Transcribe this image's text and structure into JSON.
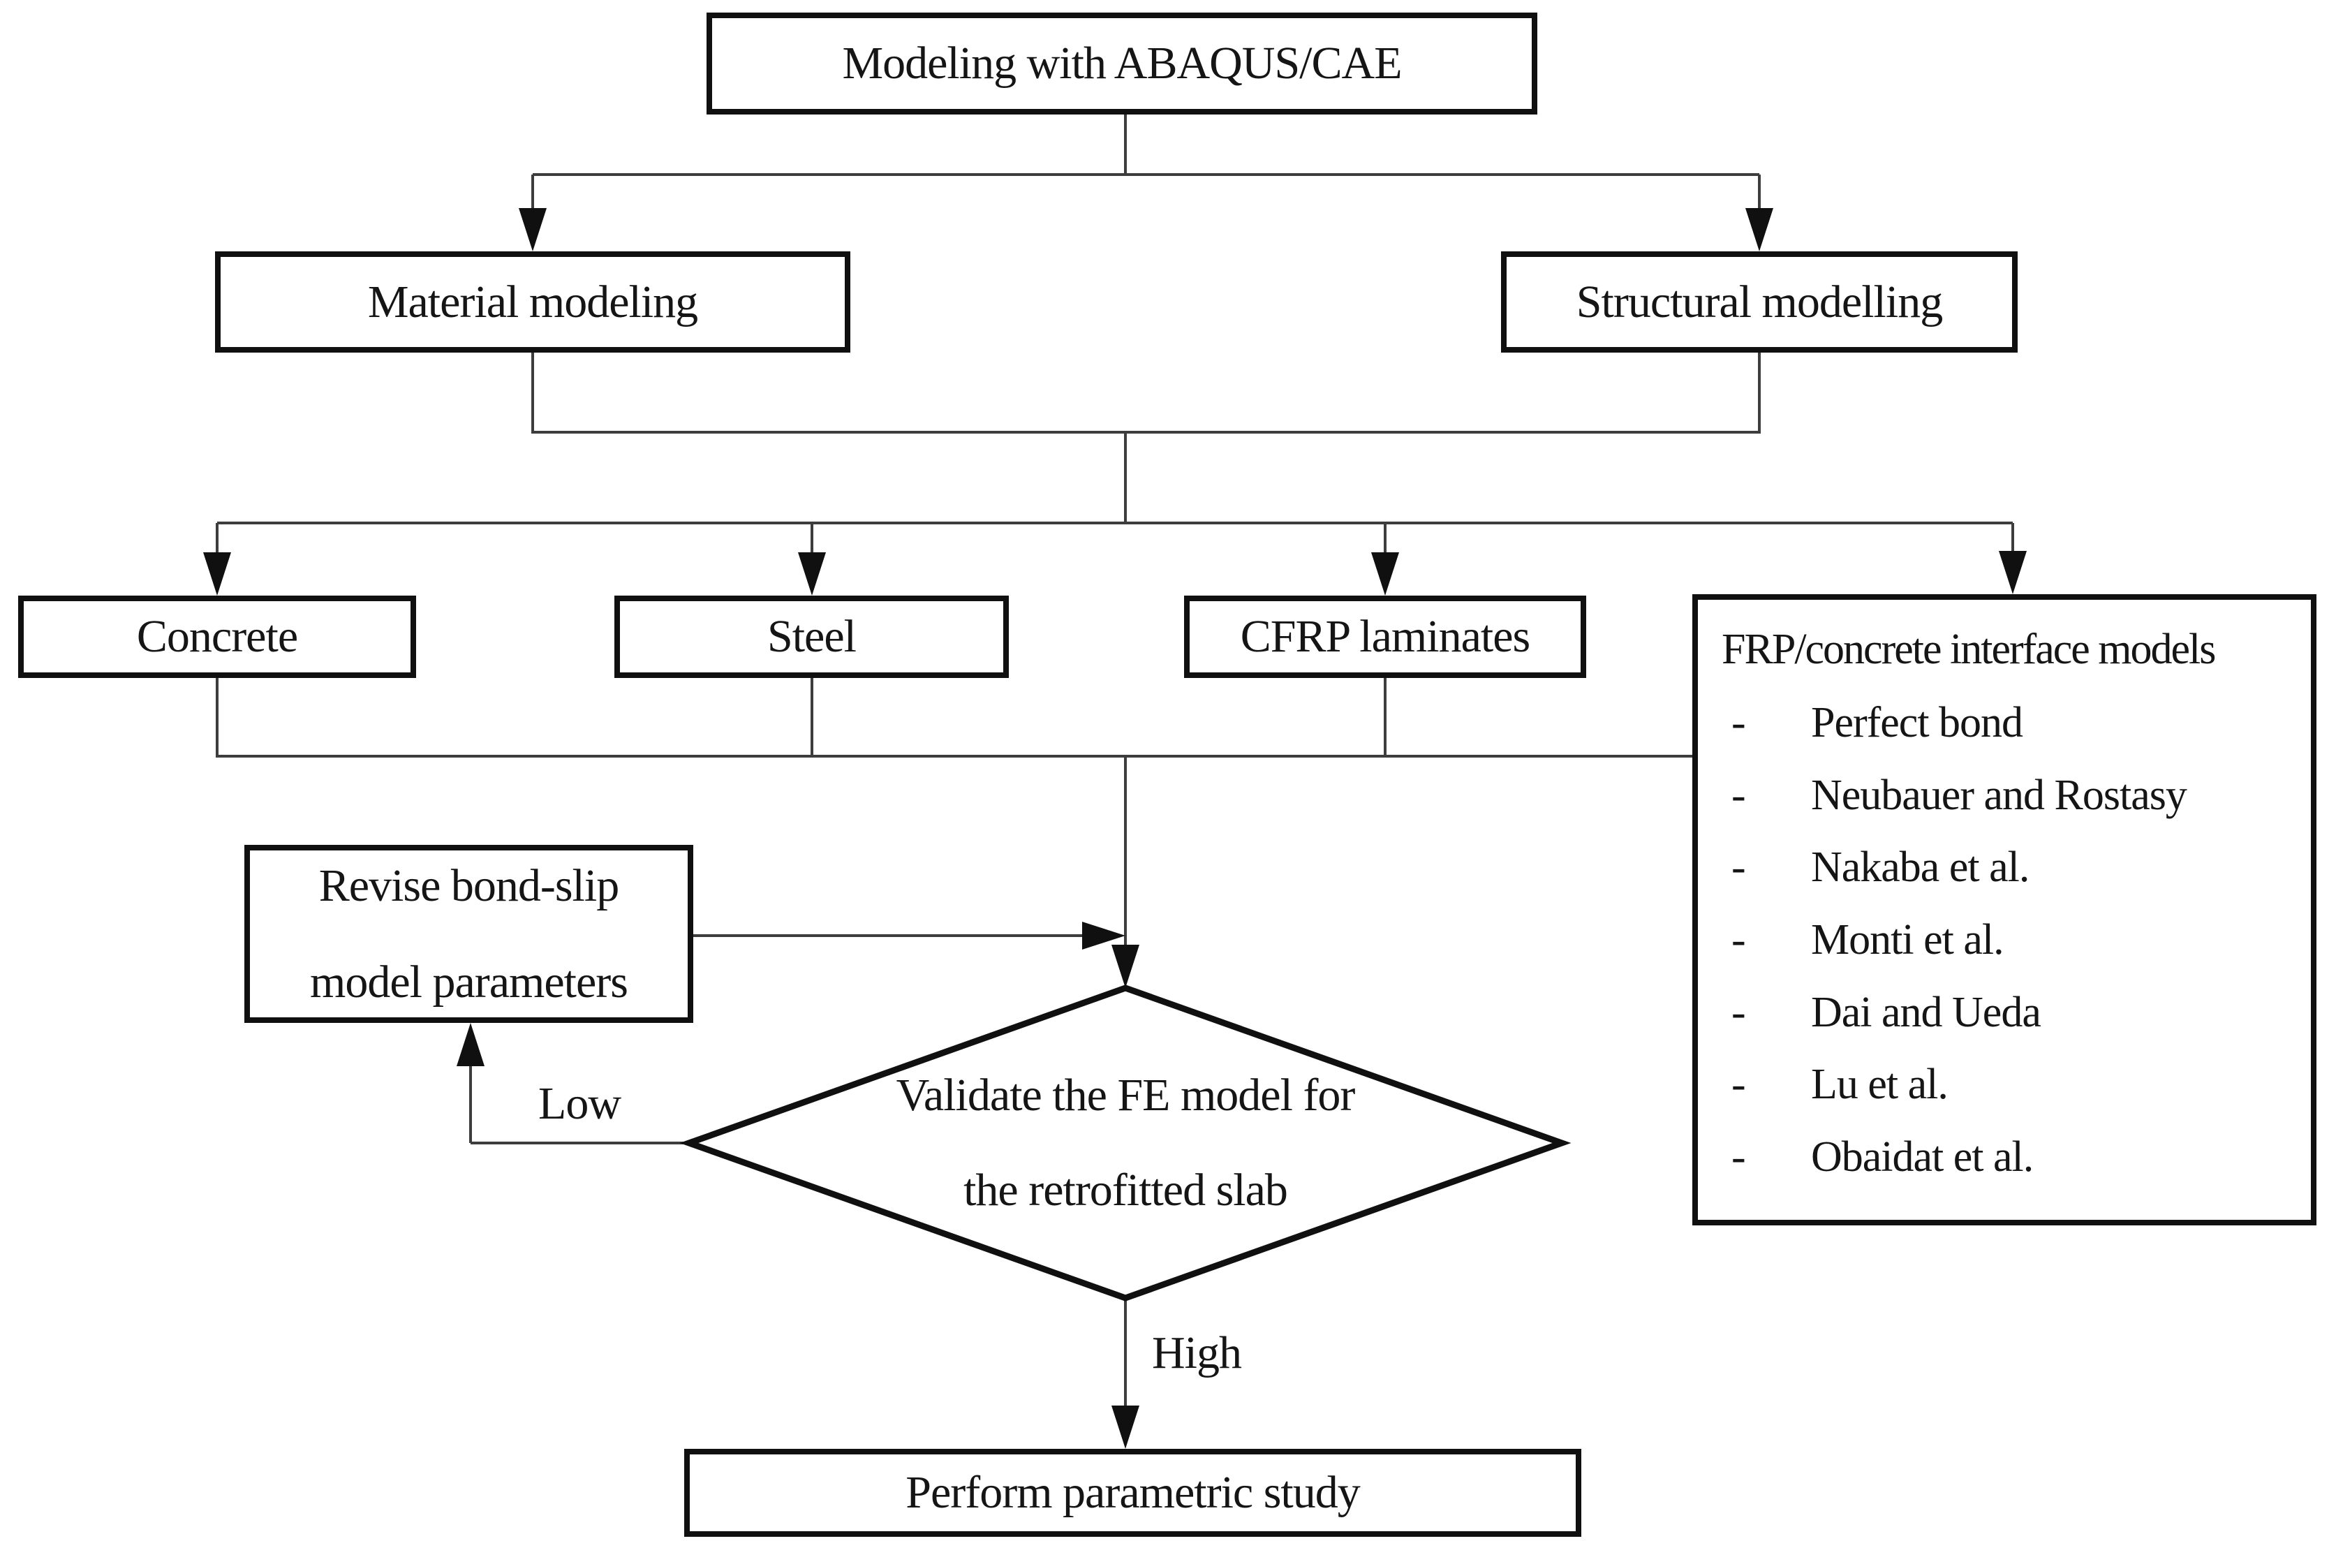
{
  "diagram": {
    "nodes": {
      "start": {
        "label": "Modeling with ABAQUS/CAE"
      },
      "material": {
        "label": "Material modeling"
      },
      "structural": {
        "label": "Structural modelling"
      },
      "concrete": {
        "label": "Concrete"
      },
      "steel": {
        "label": "Steel"
      },
      "cfrp": {
        "label": "CFRP laminates"
      },
      "interface_models": {
        "title": "FRP/concrete interface models",
        "bullet": "-",
        "items": [
          "Perfect bond",
          "Neubauer and Rostasy",
          "Nakaba et al.",
          "Monti et al.",
          "Dai and Ueda",
          "Lu et al.",
          "Obaidat et al."
        ]
      },
      "revise": {
        "line1": "Revise bond-slip",
        "line2": "model parameters"
      },
      "decision": {
        "line1": "Validate the FE model for",
        "line2": "the retrofitted slab"
      },
      "perform": {
        "label": "Perform parametric study"
      }
    },
    "edge_labels": {
      "low": "Low",
      "high": "High"
    },
    "colors": {
      "ink": "#101010",
      "line": "#3d3d3d",
      "background": "#ffffff"
    }
  }
}
